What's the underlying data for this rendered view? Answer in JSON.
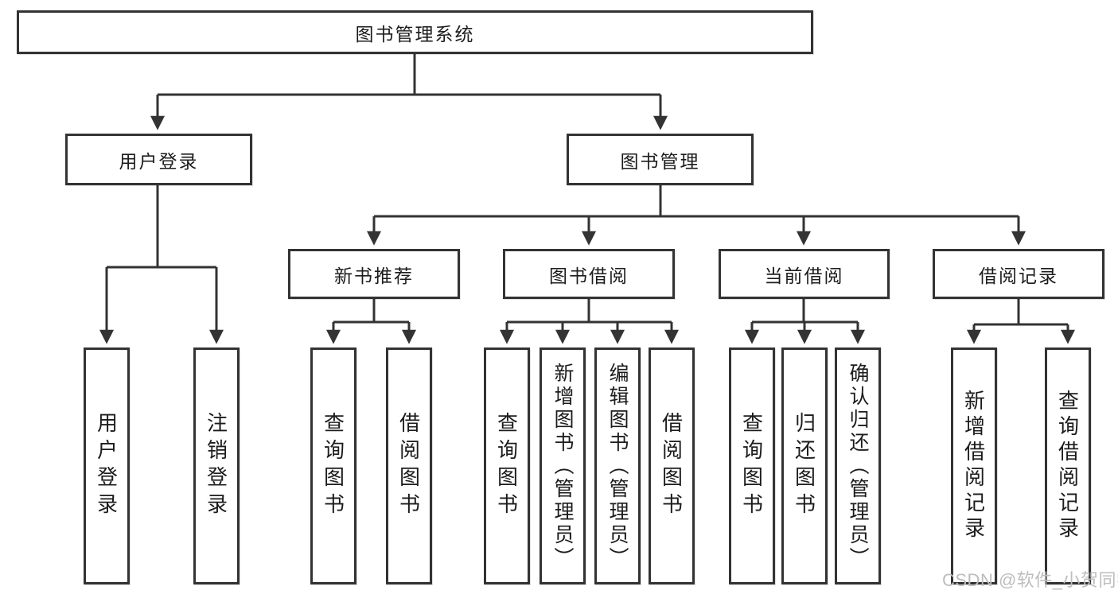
{
  "colors": {
    "line": "#333333",
    "text": "#1c1c1c",
    "watermark": "#bdbdbd",
    "background": "#ffffff"
  },
  "watermark": {
    "text": "CSDN @软件_小贺同学"
  },
  "diagram": {
    "root": {
      "label": "图书管理系统"
    },
    "level2": [
      {
        "label": "用户登录"
      },
      {
        "label": "图书管理"
      }
    ],
    "level3": [
      {
        "label": "新书推荐"
      },
      {
        "label": "图书借阅"
      },
      {
        "label": "当前借阅"
      },
      {
        "label": "借阅记录"
      }
    ],
    "leaves": {
      "user_login": [
        "用户登录",
        "注销登录"
      ],
      "new_book_recommend": [
        "查询图书",
        "借阅图书"
      ],
      "book_borrowing": [
        "查询图书",
        "新增图书（管理员）",
        "编辑图书（管理员）",
        "借阅图书"
      ],
      "current_borrowing": [
        "查询图书",
        "归还图书",
        "确认归还（管理员）"
      ],
      "borrow_records": [
        "新增借阅记录",
        "查询借阅记录"
      ]
    }
  }
}
